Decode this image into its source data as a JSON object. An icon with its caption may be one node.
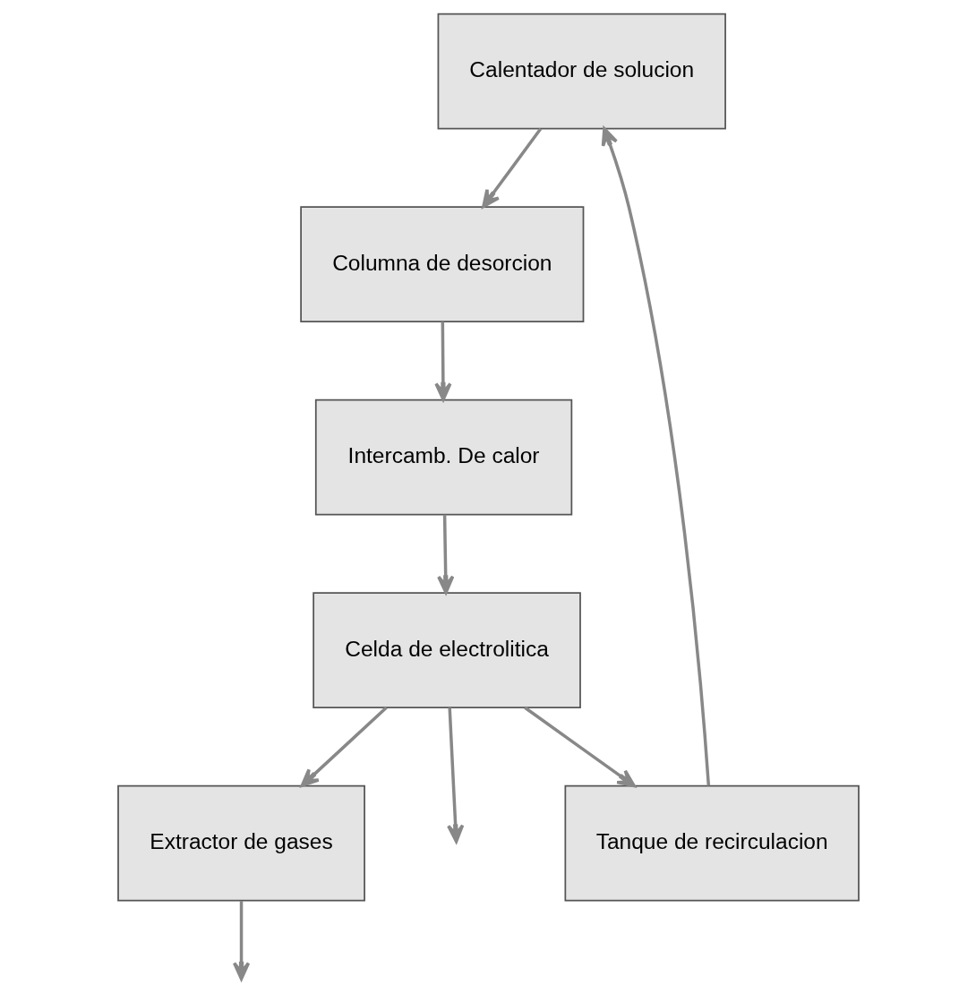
{
  "diagram": {
    "nodes": [
      {
        "text": [
          "Calentador de solucion"
        ]
      },
      {
        "text": [
          "Columna de desorcion"
        ]
      },
      {
        "text": [
          "Intercamb. De calor"
        ]
      },
      {
        "text": [
          "Extractor de gases"
        ]
      },
      {
        "text": [
          "Celda de electrolitica"
        ]
      },
      {
        "text": [
          "Tanque de recirculacion"
        ]
      }
    ],
    "edges": [
      {
        "from": 0,
        "to": 1,
        "arrow": "to"
      },
      {
        "from": 1,
        "to": 2,
        "arrow": "to"
      },
      {
        "from": 2,
        "to": 4,
        "arrow": "to"
      },
      {
        "from": 4,
        "to": 3,
        "arrow": "to"
      },
      {
        "from": 3,
        "to": null,
        "arrow": "to"
      },
      {
        "from": 4,
        "to": 5,
        "arrow": "to"
      },
      {
        "from": 5,
        "to": 0,
        "arrow": "to"
      },
      {
        "from": 4,
        "to": null,
        "arrow": "to"
      }
    ]
  }
}
